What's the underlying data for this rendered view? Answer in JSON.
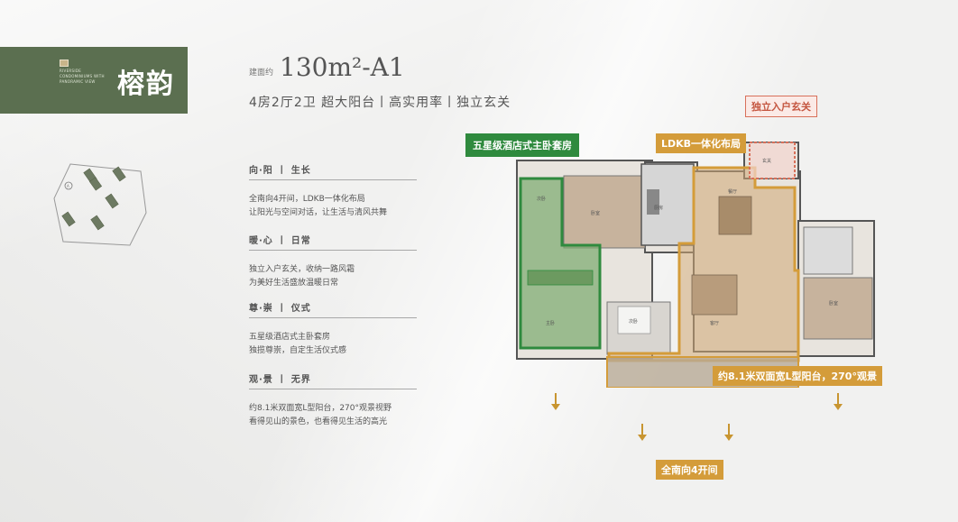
{
  "brand": {
    "logo_text": "RIVERSIDE CONDOMINIUMS WITH PANORAMIC VIEW",
    "name": "榕韵"
  },
  "unit": {
    "area_prefix": "建面约",
    "area_title": "130m²-A1",
    "subtitle": "4房2厅2卫  超大阳台丨高实用率丨独立玄关"
  },
  "features": [
    {
      "head": "向·阳  丨  生长",
      "lines": [
        "全南向4开间，LDKB一体化布局",
        "让阳光与空间对话，让生活与清风共舞"
      ]
    },
    {
      "head": "暖·心  丨  日常",
      "lines": [
        "独立入户玄关，收纳一路风霜",
        "为美好生活盛放温暖日常"
      ]
    },
    {
      "head": "尊·崇  丨  仪式",
      "lines": [
        "五星级酒店式主卧套房",
        "独揽尊崇，自定生活仪式感"
      ]
    },
    {
      "head": "观·景  丨  无界",
      "lines": [
        "约8.1米双面宽L型阳台，270°观景视野",
        "看得见山的景色，也看得见生活的高光"
      ]
    }
  ],
  "tags": {
    "master": "五星级酒店式主卧套房",
    "ldkb": "LDKB一体化布局",
    "entry": "独立入户玄关",
    "balcony": "约8.1米双面宽L型阳台，270°观景",
    "south": "全南向4开间"
  },
  "plan_labels": {
    "bedroom_a": "卧室",
    "kitchen": "厨房",
    "dining": "餐厅",
    "entry_hall": "玄关",
    "bedroom_b": "次卧",
    "living": "客厅",
    "master": "主卧",
    "bedroom_c": "次卧",
    "bedroom_d": "卧室"
  },
  "colors": {
    "brand_green": "#5b6f50",
    "highlight_green": "#2f8a3e",
    "highlight_orange": "#d49c3a",
    "highlight_red": "#d8705a"
  }
}
